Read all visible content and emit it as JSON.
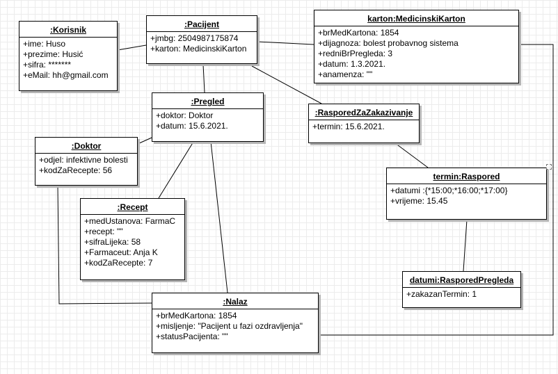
{
  "diagram": {
    "classes": [
      {
        "id": "korisnik",
        "title": ":Korisnik",
        "attributes": [
          "+ime: Huso",
          "+prezime: Husić",
          "+sifra: *******",
          "+eMail: hh@gmail.com"
        ]
      },
      {
        "id": "pacijent",
        "title": ":Pacijent",
        "attributes": [
          "+jmbg: 2504987175874",
          "+karton: MedicinskiKarton"
        ]
      },
      {
        "id": "karton",
        "title": "karton:MedicinskiKarton",
        "attributes": [
          "+brMedKartona: 1854",
          "+dijagnoza: bolest probavnog sistema",
          "+redniBrPregleda: 3",
          "+datum: 1.3.2021.",
          "+anamenza: \"\""
        ]
      },
      {
        "id": "pregled",
        "title": ":Pregled",
        "attributes": [
          "+doktor: Doktor",
          "+datum: 15.6.2021."
        ]
      },
      {
        "id": "rasporedzz",
        "title": ":RasporedZaZakazivanje",
        "attributes": [
          "+termin: 15.6.2021."
        ]
      },
      {
        "id": "doktor",
        "title": ":Doktor",
        "attributes": [
          "+odjel: infektivne bolesti",
          "+kodZaRecepte: 56"
        ]
      },
      {
        "id": "termin",
        "title": "termin:Raspored",
        "attributes": [
          "+datumi :{*15:00;*16:00;*17:00}",
          "+vrijeme: 15.45"
        ]
      },
      {
        "id": "recept",
        "title": ":Recept",
        "attributes": [
          "+medUstanova: FarmaC",
          "+recept: \"\"",
          "+sifraLijeka: 58",
          "+Farmaceut: Anja K",
          "+kodZaRecepte: 7"
        ]
      },
      {
        "id": "datumi",
        "title": "datumi:RasporedPregleda",
        "attributes": [
          "+zakazanTermin: 1"
        ]
      },
      {
        "id": "nalaz",
        "title": ":Nalaz",
        "attributes": [
          "+brMedKartona: 1854",
          "+misljenje: \"Pacijent u fazi ozdravljenja\"",
          "+statusPacijenta: \"\""
        ]
      }
    ],
    "links": [
      [
        "korisnik",
        "pacijent"
      ],
      [
        "pacijent",
        "karton"
      ],
      [
        "pacijent",
        "pregled"
      ],
      [
        "pacijent",
        "rasporedzz"
      ],
      [
        "pregled",
        "doktor"
      ],
      [
        "pregled",
        "recept"
      ],
      [
        "pregled",
        "nalaz"
      ],
      [
        "rasporedzz",
        "termin"
      ],
      [
        "termin",
        "datumi"
      ],
      [
        "doktor",
        "nalaz"
      ],
      [
        "karton",
        "nalaz"
      ]
    ]
  }
}
